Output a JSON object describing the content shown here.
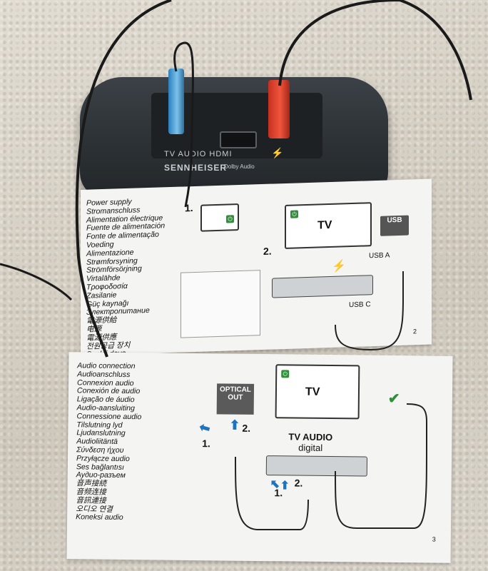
{
  "device": {
    "top_label": "TV AUDIO    HDMI",
    "brand": "SENNHEISER",
    "dolby": "Dolby Audio"
  },
  "top_page": {
    "step1": "1.",
    "step2": "2.",
    "languages": [
      "Power supply",
      "Stromanschluss",
      "Alimentation électrique",
      "Fuente de alimentación",
      "Fonte de alimentação",
      "Voeding",
      "Alimentazione",
      "Strømforsyning",
      "Strömförsörjning",
      "Virtalähde",
      "Τροφοδοσία",
      "Zasilanie",
      "Güç kaynağı",
      "Электропитание",
      "電源供給",
      "电源",
      "電源供應",
      "전원공급 장치",
      "Suplai daya"
    ],
    "tv_label": "TV",
    "usb_label": "USB",
    "usb_a": "USB A",
    "usb_c": "USB C",
    "page_number": "2"
  },
  "bottom_page": {
    "languages": [
      "Audio connection",
      "Audioanschluss",
      "Connexion audio",
      "Conexión de audio",
      "Ligação de áudio",
      "Audio-aansluiting",
      "Connessione audio",
      "Tilslutning lyd",
      "Ljudanslutning",
      "Audioliitäntä",
      "Σύνδεση ήχου",
      "Przyłącze audio",
      "Ses bağlantısı",
      "Аудио-разъем",
      "音声接続",
      "音频连接",
      "音訊連接",
      "오디오 연결",
      "Koneksi audio"
    ],
    "optical_out": "OPTICAL OUT",
    "tv_label": "TV",
    "tv_audio": "TV AUDIO",
    "digital": "digital",
    "step1_a": "1.",
    "step2_a": "2.",
    "step1_b": "1.",
    "step2_b": "2.",
    "page_number": "3"
  },
  "colors": {
    "accent_blue": "#1e73be",
    "check_green": "#2f8f3a",
    "plug_red": "#e0432f"
  }
}
